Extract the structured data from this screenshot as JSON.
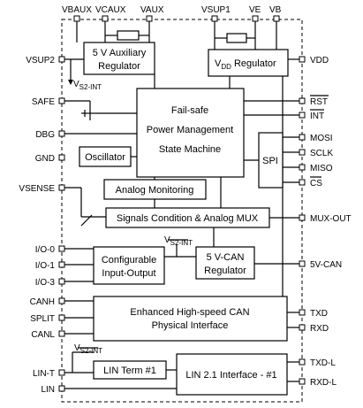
{
  "top_pins": [
    "VBAUX",
    "VCAUX",
    "VAUX",
    "VSUP1",
    "VE",
    "VB"
  ],
  "left_pins": [
    "VSUP2",
    "SAFE",
    "DBG",
    "GND",
    "VSENSE",
    "I/O-0",
    "I/O-1",
    "I/O-3",
    "CANH",
    "SPLIT",
    "CANL",
    "LIN-T",
    "LIN"
  ],
  "right_pins": [
    "VDD",
    "RST",
    "INT",
    "MOSI",
    "SCLK",
    "MISO",
    "CS",
    "MUX-OUT",
    "5V-CAN",
    "TXD",
    "RXD",
    "TXD-L",
    "RXD-L"
  ],
  "blocks": {
    "aux_reg": [
      "5 V Auxiliary",
      "Regulator"
    ],
    "vdd_reg": "V",
    "vdd_reg_sub": "DD",
    "vdd_reg_rest": " Regulator",
    "fsm": [
      "Fail-safe",
      "Power Management",
      "State Machine"
    ],
    "oscillator": "Oscillator",
    "spi": "SPI",
    "analog_mon": "Analog Monitoring",
    "signals": "Signals Condition & Analog MUX",
    "config_io": [
      "Configurable",
      "Input-Output"
    ],
    "can_reg": [
      "5 V-CAN",
      "Regulator"
    ],
    "can_phy": [
      "Enhanced High-speed CAN",
      "Physical Interface"
    ],
    "lin_term": "LIN Term #1",
    "lin_if": "LIN 2.1 Interface - #1"
  },
  "labels": {
    "vs2_int_1": "V",
    "vs2_int_sub": "S2-INT"
  }
}
